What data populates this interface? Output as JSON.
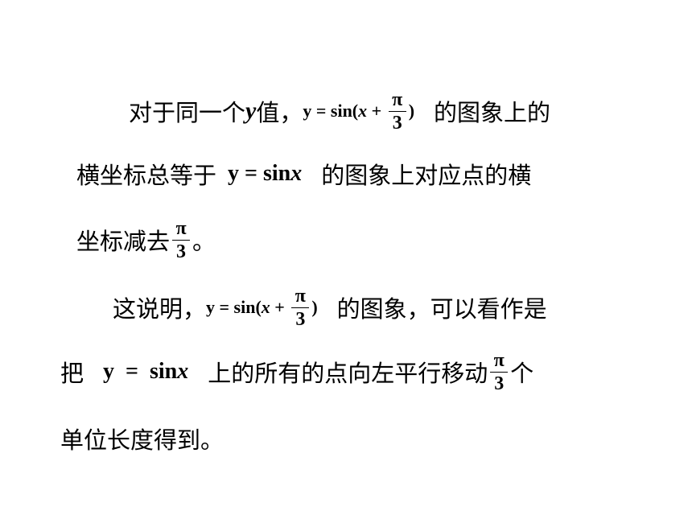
{
  "line1": {
    "text_a": "对于同一个",
    "var_y": "y",
    "text_b": "值，",
    "formula": {
      "head": "y = sin(",
      "x": "x",
      "plus": " + ",
      "numerator": "π",
      "denominator": "3",
      "tail": ")"
    },
    "text_c": "的图象上的"
  },
  "line2": {
    "text_a": "横坐标总等于",
    "formula": {
      "head": "y = sin",
      "x": "x"
    },
    "text_b": "的图象上对应点的横"
  },
  "line3": {
    "text_a": "坐标减去",
    "numerator": "π",
    "denominator": "3",
    "text_b": "。"
  },
  "line4": {
    "text_a": "这说明，",
    "formula": {
      "head": "y = sin(",
      "x": "x",
      "plus": " + ",
      "numerator": "π",
      "denominator": "3",
      "tail": ")"
    },
    "text_b": "的图象，可以看作是"
  },
  "line5": {
    "text_a": "把",
    "formula": {
      "head": "y  =  sin",
      "x": "x"
    },
    "text_b": "上的所有的点向左平行移动",
    "numerator": "π",
    "denominator": "3",
    "text_c": "个"
  },
  "line6": {
    "text_a": "单位长度得到。"
  }
}
